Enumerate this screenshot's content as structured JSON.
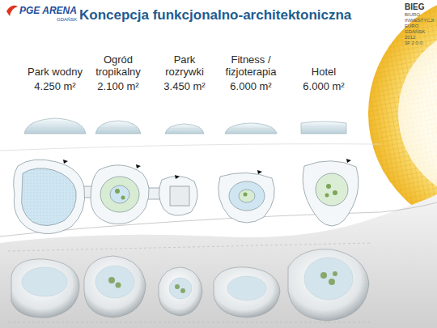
{
  "diagram": {
    "title": "Koncepcja funkcjonalno-architektoniczna",
    "nodes": [
      {
        "text": [
          "Park wodny",
          "4.250 m²"
        ]
      },
      {
        "text": [
          "Ogród tropikalny",
          "2.100 m²"
        ]
      },
      {
        "text": [
          "Park rozrywki",
          "3.450 m²"
        ]
      },
      {
        "text": [
          "Fitness / fizjoterapia",
          "6.000 m²"
        ]
      },
      {
        "text": [
          "Hotel",
          "6.000 m²"
        ]
      }
    ],
    "labels": [
      "PGE ARENA",
      "GDAŃSK",
      "BIEG",
      "BIURO",
      "INWESTYCJI",
      "EURO",
      "GDAŃSK",
      "2012",
      "SP. Z O.O."
    ]
  }
}
